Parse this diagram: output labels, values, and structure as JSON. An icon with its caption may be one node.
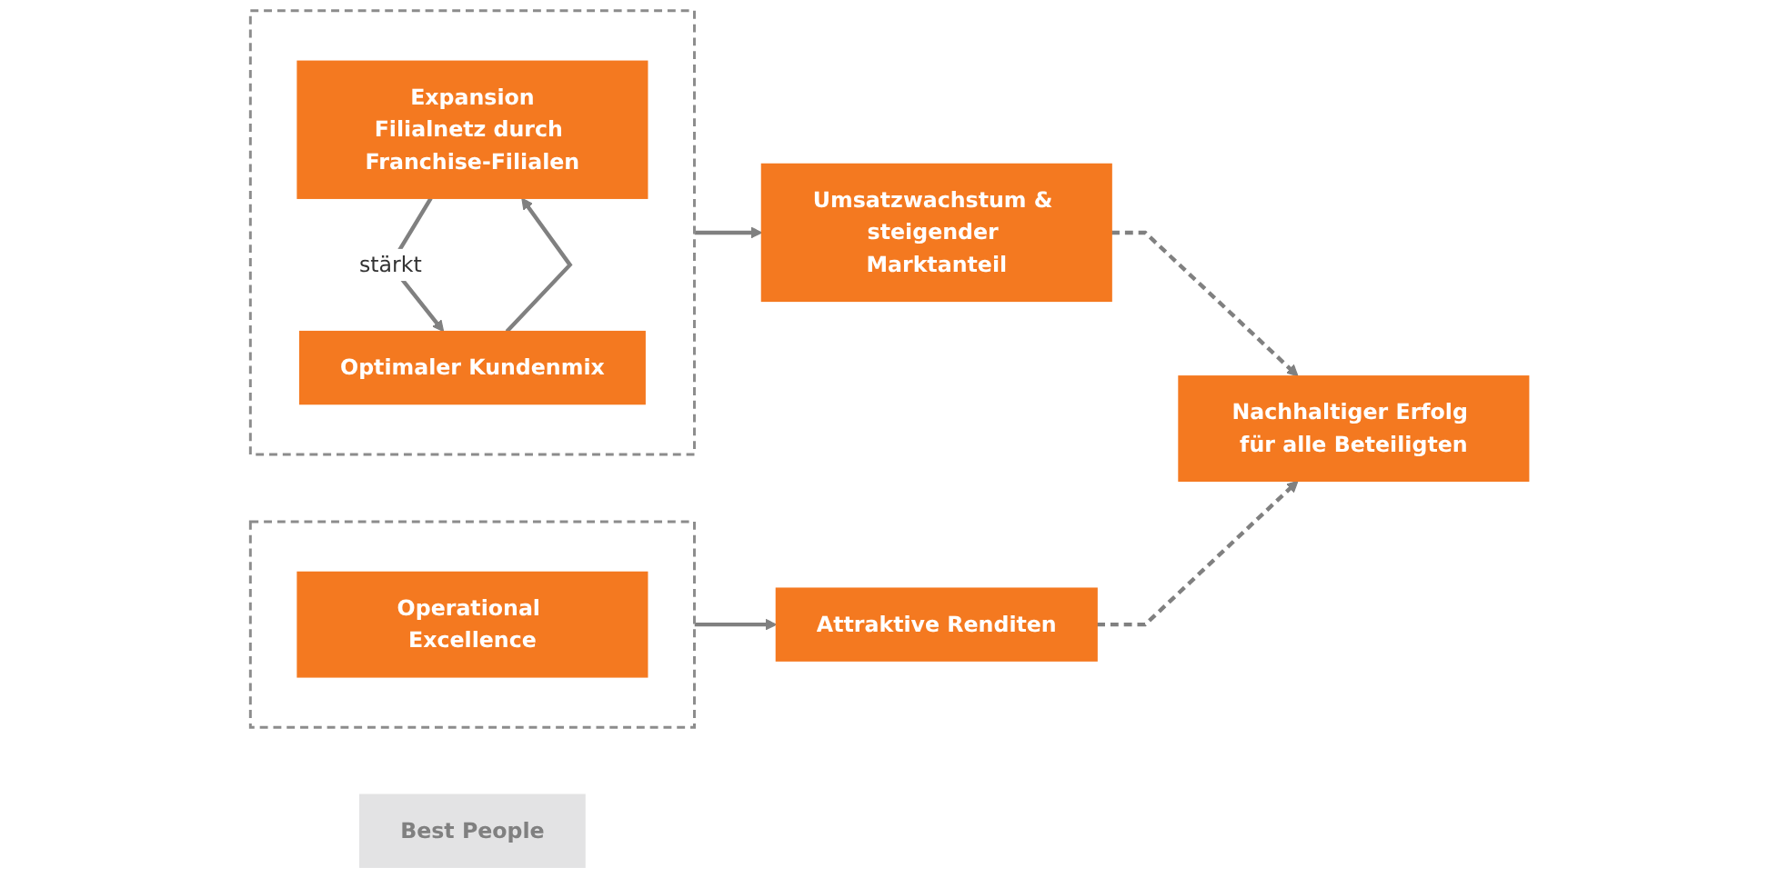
{
  "diagram": {
    "nodes": [
      {
        "text": [
          "Best People"
        ]
      },
      {
        "text": [],
        "shape": "box"
      },
      {
        "text": [
          "Expansion",
          "Filialnetz durch Franchise-Filialen"
        ],
        "in": 1
      },
      {
        "text": [
          "Optimaler Kundenmix"
        ],
        "in": 1
      },
      {
        "text": [],
        "shape": "box"
      },
      {
        "text": [
          "Operational Excellence"
        ],
        "in": 4
      },
      {
        "text": [
          "Umsatzwachstum & steigender Marktanteil"
        ]
      },
      {
        "text": [
          "Attraktive Renditen"
        ]
      },
      {
        "text": [
          "Nachhaltiger Erfolg für alle Beteiligten"
        ]
      }
    ],
    "edges": [
      {
        "from": 2,
        "to": 3,
        "arrow": "to",
        "label": "stärkt"
      },
      {
        "from": 3,
        "to": 2,
        "arrow": "to"
      },
      {
        "from": 1,
        "to": 6,
        "arrow": "to"
      },
      {
        "from": 4,
        "to": 7,
        "arrow": "to"
      },
      {
        "from": 6,
        "to": 8,
        "arrow": "to",
        "style": "dashed"
      },
      {
        "from": 7,
        "to": 8,
        "arrow": "to",
        "style": "dashed"
      }
    ]
  }
}
